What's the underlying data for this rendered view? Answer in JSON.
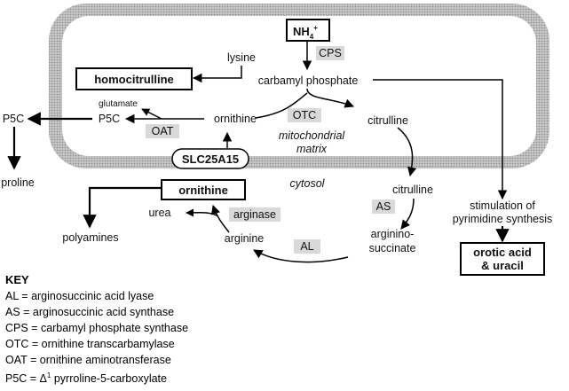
{
  "compartments": {
    "matrix_label_1": "mitochondrial",
    "matrix_label_2": "matrix",
    "cytosol_label": "cytosol"
  },
  "metabolites": {
    "nh4": "NH",
    "nh4_sub": "4",
    "nh4_sup": "+",
    "lysine": "lysine",
    "homocitrulline": "homocitrulline",
    "carbamyl_phosphate": "carbamyl phosphate",
    "glutamate": "glutamate",
    "p5c_inner": "P5C",
    "p5c_outer": "P5C",
    "ornithine_inner": "ornithine",
    "citrulline_inner": "citrulline",
    "proline": "proline",
    "slc25a15": "SLC25A15",
    "ornithine_cytosol": "ornithine",
    "citrulline_cytosol": "citrulline",
    "urea": "urea",
    "polyamines": "polyamines",
    "arginine": "arginine",
    "argininosuccinate_1": "arginino-",
    "argininosuccinate_2": "succinate",
    "stimulation_1": "stimulation of",
    "stimulation_2": "pyrimidine synthesis",
    "orotic_1": "orotic acid",
    "orotic_2": "& uracil"
  },
  "enzymes": {
    "cps": "CPS",
    "otc": "OTC",
    "oat": "OAT",
    "arginase": "arginase",
    "as": "AS",
    "al": "AL"
  },
  "key": {
    "title": "KEY",
    "entries": [
      "AL = arginosuccinic acid lyase",
      "AS = arginosuccinic acid synthase",
      "CPS = carbamyl phosphate synthase",
      "OTC = ornithine transcarbamylase",
      "OAT = ornithine aminotransferase"
    ],
    "p5c_prefix": "P5C = Δ",
    "p5c_sup": "1",
    "p5c_suffix": " pyrroline-5-carboxylate"
  }
}
